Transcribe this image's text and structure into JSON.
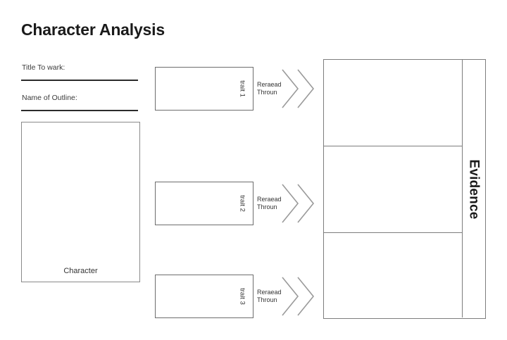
{
  "page": {
    "title": "Character Analysis"
  },
  "left_column": {
    "fields": [
      {
        "label": "Title To wark:"
      },
      {
        "label": "Name of Outline:"
      }
    ],
    "character_box": {
      "label": "Character"
    }
  },
  "traits": [
    {
      "box_label": "trait 1",
      "arrow_caption_line1": "Reraead",
      "arrow_caption_line2": "Throun",
      "arrow_icon": "double-chevron-right-icon"
    },
    {
      "box_label": "trait 2",
      "arrow_caption_line1": "Reraead",
      "arrow_caption_line2": "Throun",
      "arrow_icon": "double-chevron-right-icon"
    },
    {
      "box_label": "trait 3",
      "arrow_caption_line1": "Reraead",
      "arrow_caption_line2": "Throun",
      "arrow_icon": "double-chevron-right-icon"
    }
  ],
  "evidence": {
    "label": "Evidence",
    "cells": [
      "",
      "",
      ""
    ]
  },
  "colors": {
    "background": "#ffffff",
    "text": "#1a1a1a",
    "box_border": "#7d7d7d",
    "rule": "#2b2b2b"
  }
}
